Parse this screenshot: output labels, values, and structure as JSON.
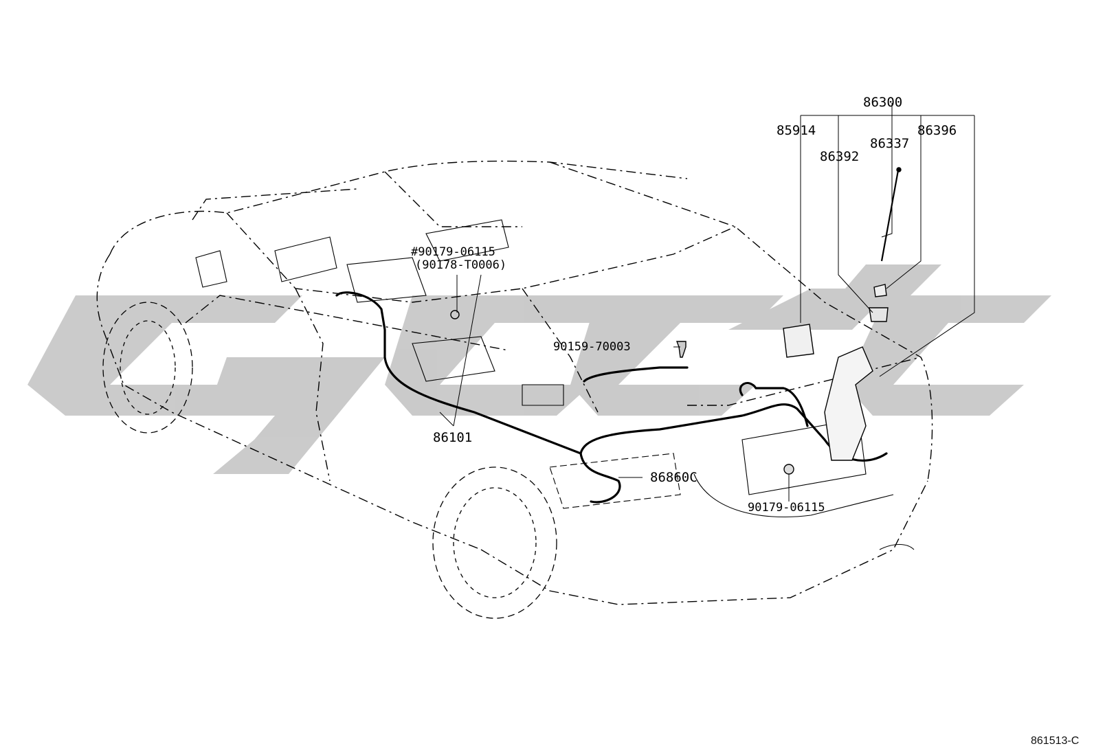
{
  "diagram_id": "861513-C",
  "watermark_color": "#c8c8c8",
  "line_color": "#000000",
  "parts": {
    "antenna_assy": "86300",
    "relay": "85914",
    "pole_sub_assy": "86337",
    "motor_antenna": "86396",
    "antenna_cover": "86392",
    "antenna_cord": "86101",
    "antenna_cord_c": "86860C",
    "nut_rear": "90179-06115",
    "screw": "90159-70003",
    "nut_front": "#90179-06115",
    "nut_front_alt": "(90178-T0006)"
  }
}
